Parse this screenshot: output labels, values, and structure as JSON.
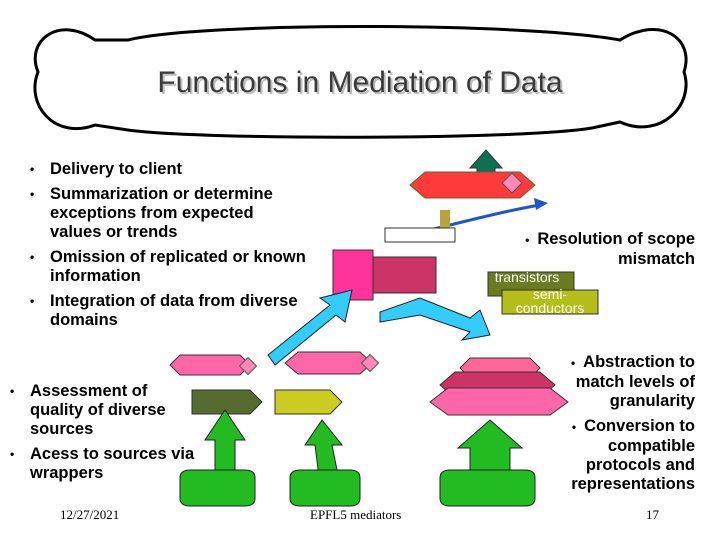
{
  "title": "Functions in Mediation of Data",
  "left_bullets": [
    "Delivery to client",
    "Summarization or determine exceptions from expected values or trends",
    "Omission of replicated or known information",
    "Integration of data from diverse domains"
  ],
  "bottom_left_bullets": [
    "Assessment of quality of diverse sources",
    "Acess to sources via wrappers"
  ],
  "right_top_bullets": [
    "Resolution of scope mismatch"
  ],
  "right_bottom_bullets": [
    "Abstraction to match levels of granularity",
    "Conversion to compatible protocols and representations"
  ],
  "boxes": {
    "transistors": "transistors",
    "semi": "semi-conductors"
  },
  "footer": {
    "date": "12/27/2021",
    "center": "EPFL5 mediators",
    "page": "17"
  },
  "colors": {
    "title_oval_stroke": "#000000",
    "bullet_text": "#000000",
    "red_slab": "#ff3030",
    "pink_slab": "#ff66aa",
    "green_arrows": "#22bb22",
    "cyan_arrows": "#33ccff",
    "magenta_block": "#cc3366",
    "olive_box": "#6b7b1f",
    "teal_arrow": "#0f6f55",
    "blue_arrow": "#2255cc"
  }
}
